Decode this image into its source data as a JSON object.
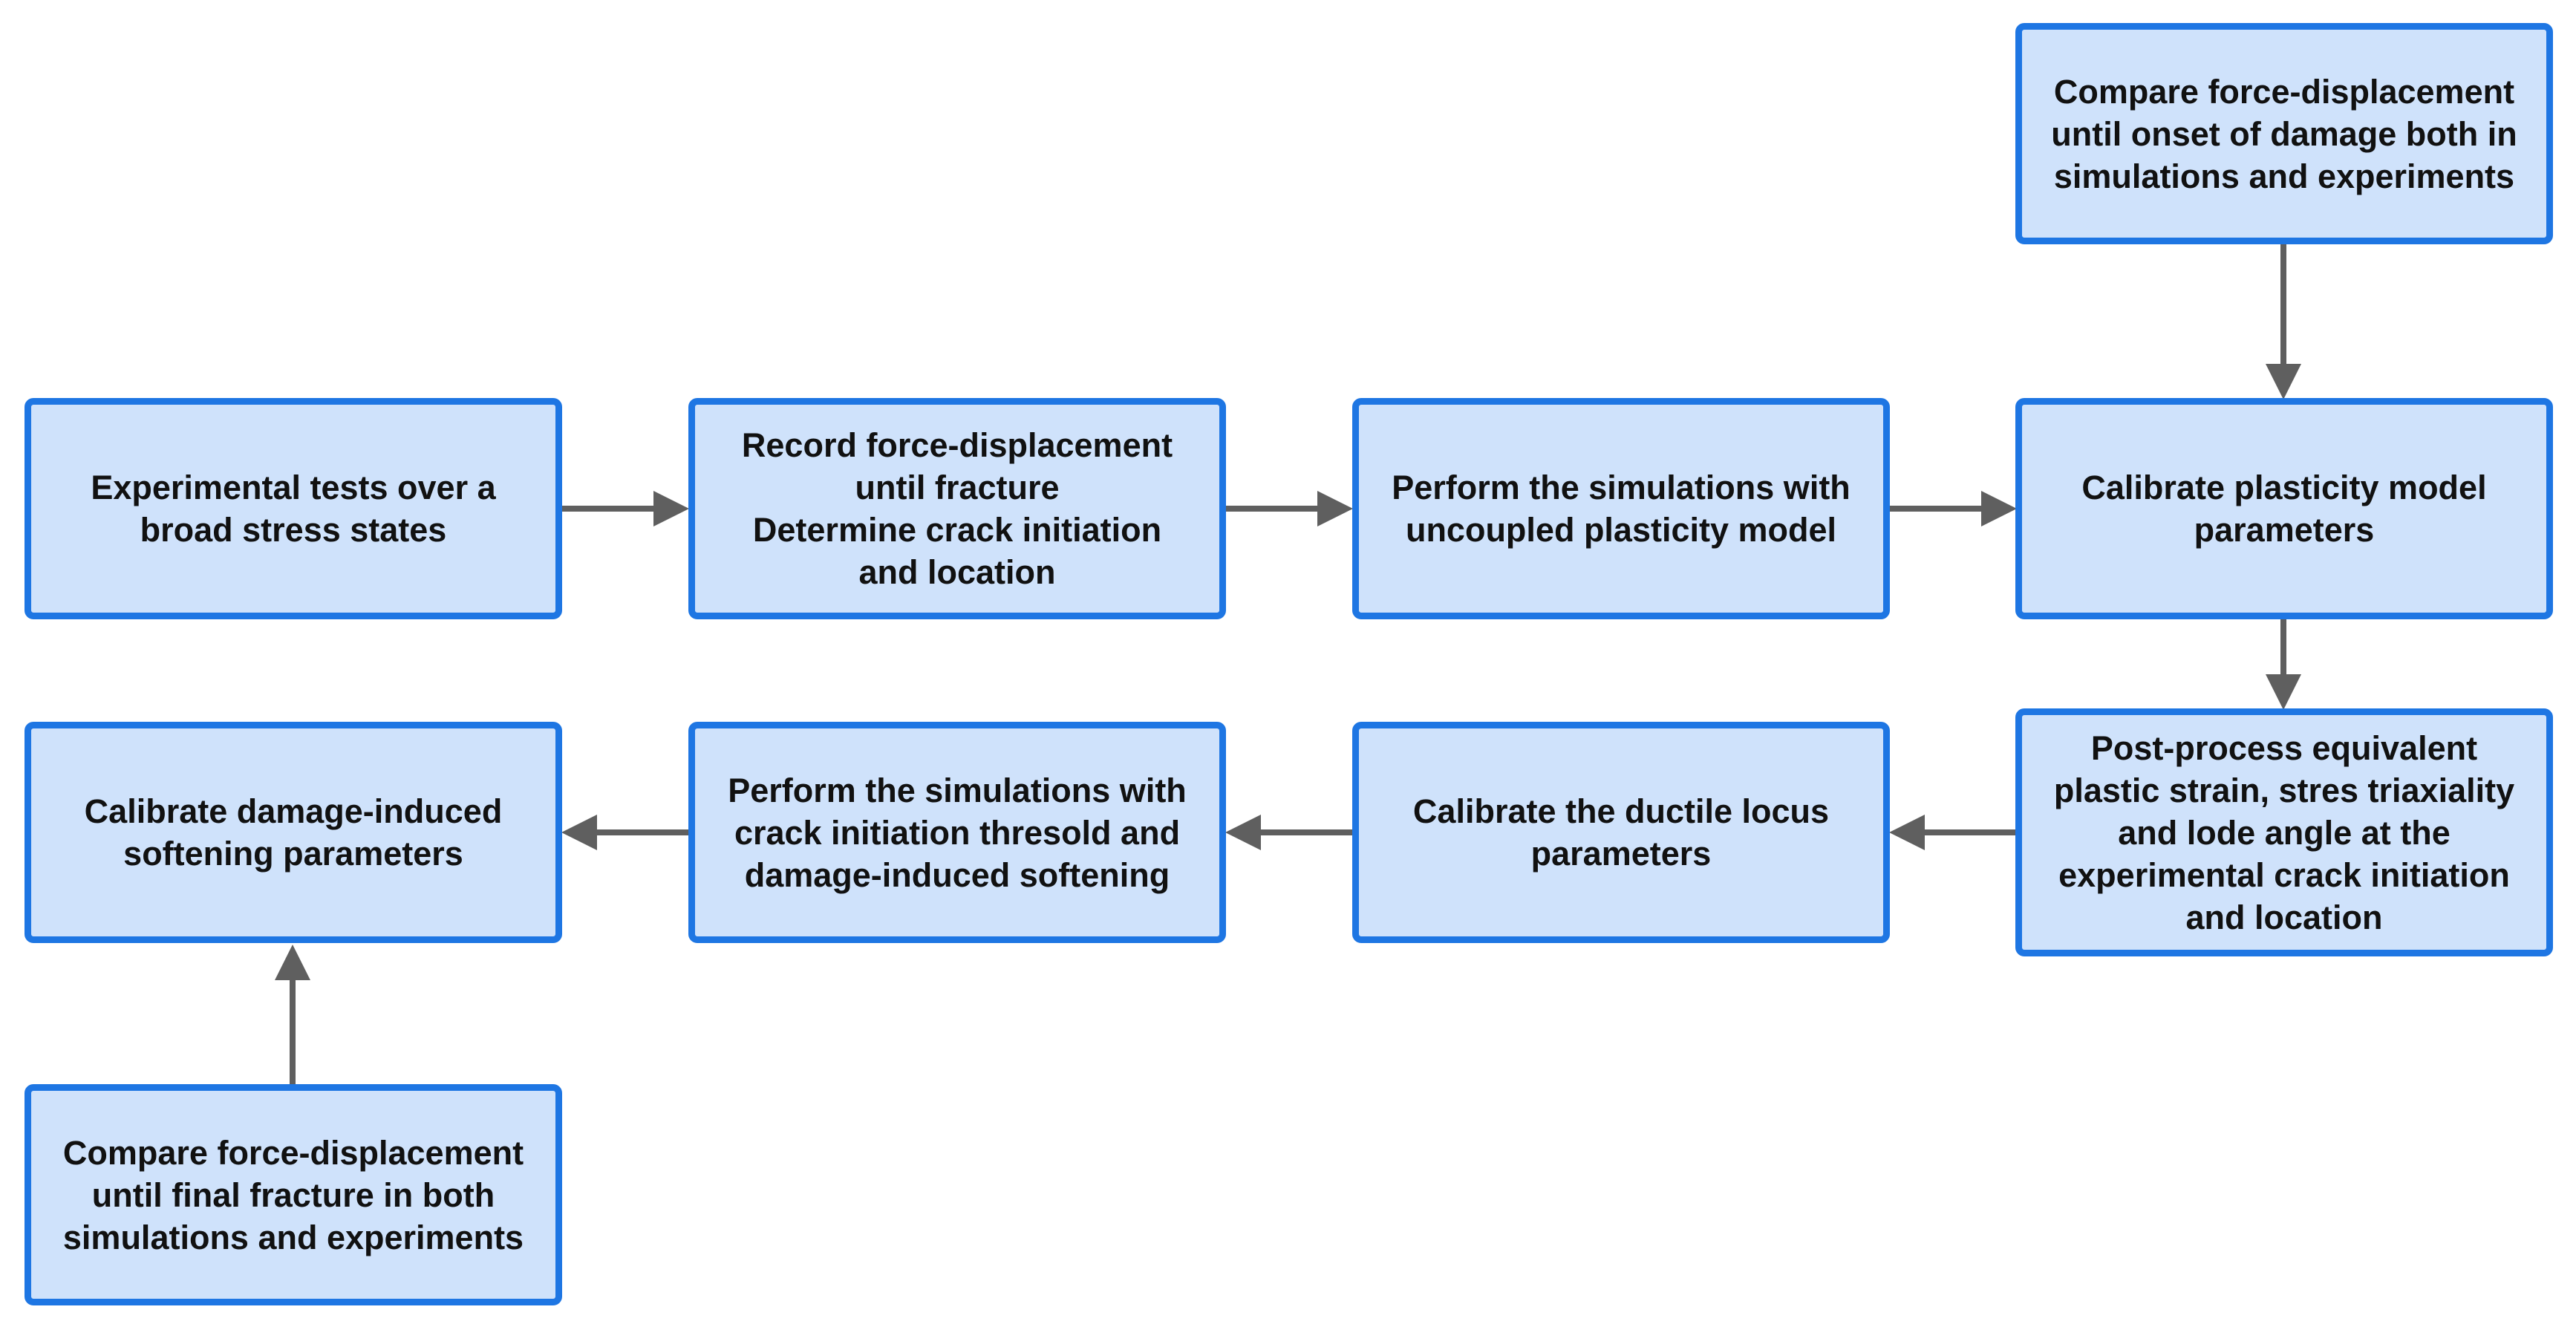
{
  "colors": {
    "box_fill": "#cfe2fb",
    "box_border": "#1e76e3",
    "arrow": "#5f5f5f",
    "text": "#111111"
  },
  "nodes": {
    "experimental_tests": "Experimental tests over a\nbroad stress states",
    "record_force": "Record force-displacement\nuntil fracture\nDetermine crack initiation\nand location",
    "perform_uncoupled": "Perform the simulations with\nuncoupled plasticity model",
    "calibrate_plasticity": "Calibrate plasticity model\nparameters",
    "compare_onset": "Compare force-displacement\nuntil onset of damage both in\nsimulations and experiments",
    "post_process": "Post-process equivalent\nplastic strain, stres triaxiality\nand lode angle at the\nexperimental crack initiation\nand location",
    "calibrate_ductile": "Calibrate the ductile locus\nparameters",
    "perform_crack": "Perform the simulations with\ncrack initiation thresold and\ndamage-induced softening",
    "calibrate_damage": "Calibrate damage-induced\nsoftening parameters",
    "compare_final": "Compare force-displacement\nuntil final fracture in both\nsimulations and experiments"
  }
}
